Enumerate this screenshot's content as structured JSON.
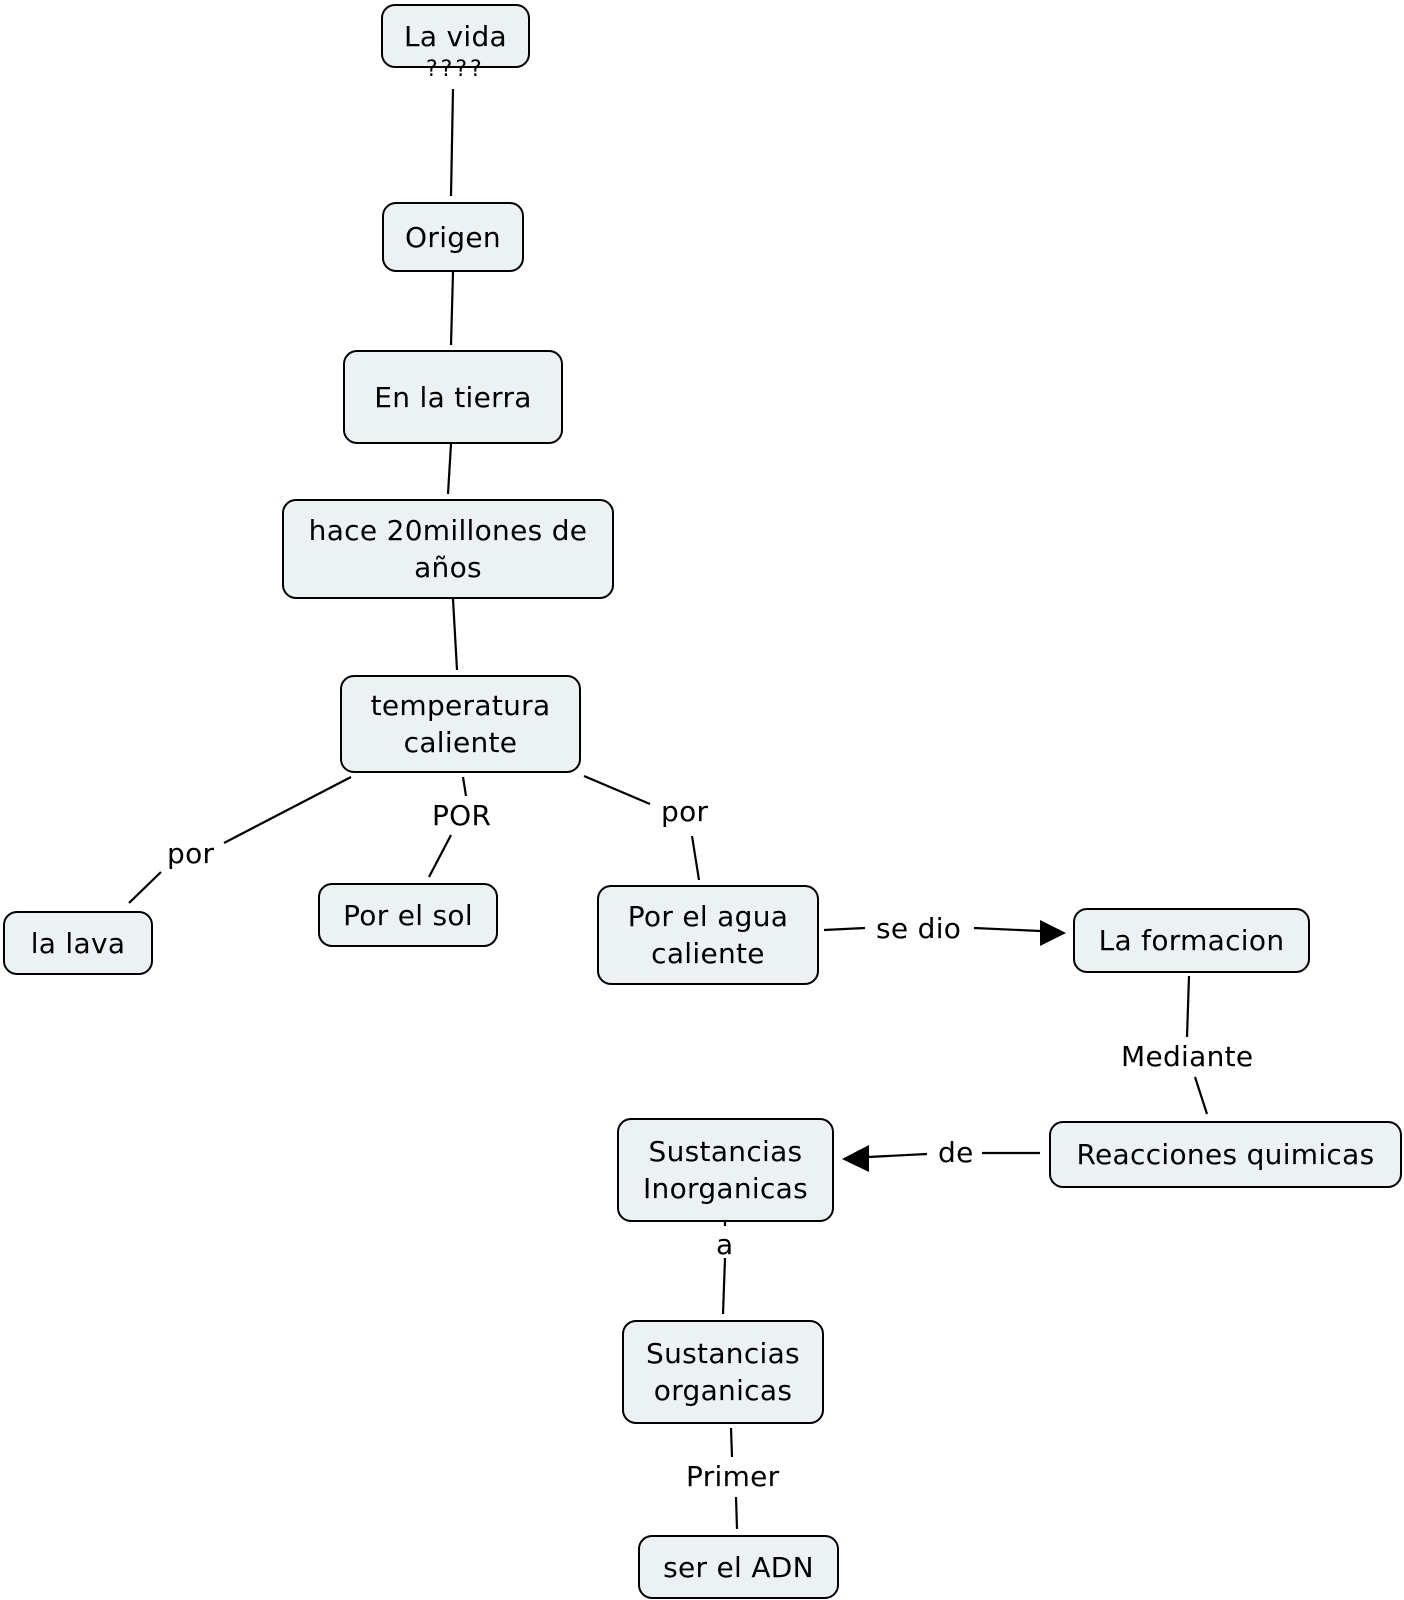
{
  "concepts": {
    "la_vida": "La vida",
    "origen": "Origen",
    "en_la_tierra": "En la tierra",
    "hace_20": "hace 20millones de\naños",
    "temperatura": "temperatura\ncaliente",
    "la_lava": "la lava",
    "por_el_sol": "Por el sol",
    "por_el_agua": "Por el agua\ncaliente",
    "la_formacion": "La formacion",
    "reacciones": "Reacciones quimicas",
    "inorganicas": "Sustancias\nInorganicas",
    "organicas": "Sustancias\norganicas",
    "adn": "ser el ADN"
  },
  "link_labels": {
    "q": "????",
    "por_left": "por",
    "por_upper": "POR",
    "por_right": "por",
    "se_dio": "se dio",
    "mediante": "Mediante",
    "de": "de",
    "a": "a",
    "primer": "Primer"
  },
  "colors": {
    "node_fill": "#ecf2f4",
    "stroke": "#000000"
  }
}
